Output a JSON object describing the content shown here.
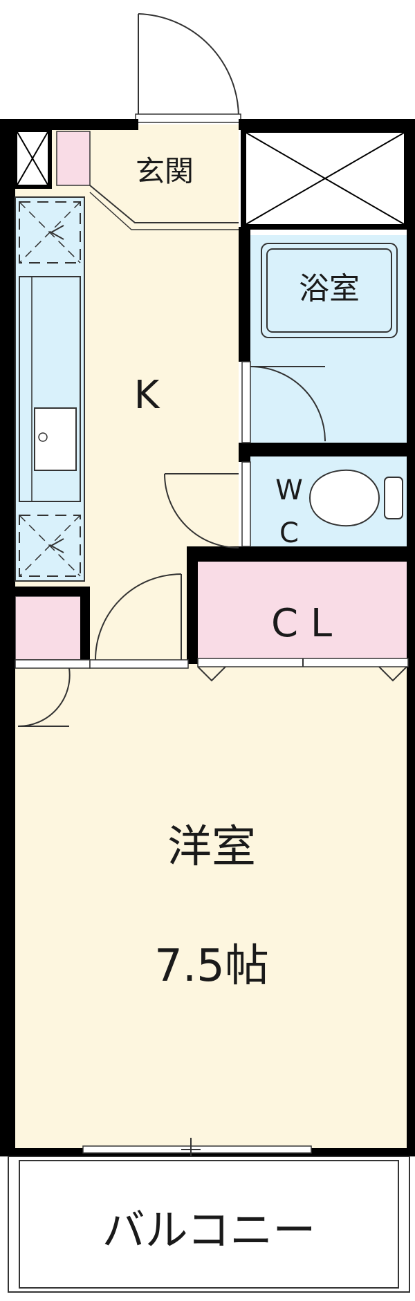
{
  "rooms": {
    "entrance": "玄関",
    "kitchen": "K",
    "bath": "浴室",
    "toilet_w": "W",
    "toilet_c": "C",
    "closet": "C L",
    "western_room": "洋室",
    "western_room_size": "7.5帖",
    "balcony": "バルコニー"
  },
  "colors": {
    "floor": "#fdf6df",
    "wet_area": "#d9f1fb",
    "closet": "#f9dce6",
    "wall": "#000000",
    "line": "#333333"
  }
}
